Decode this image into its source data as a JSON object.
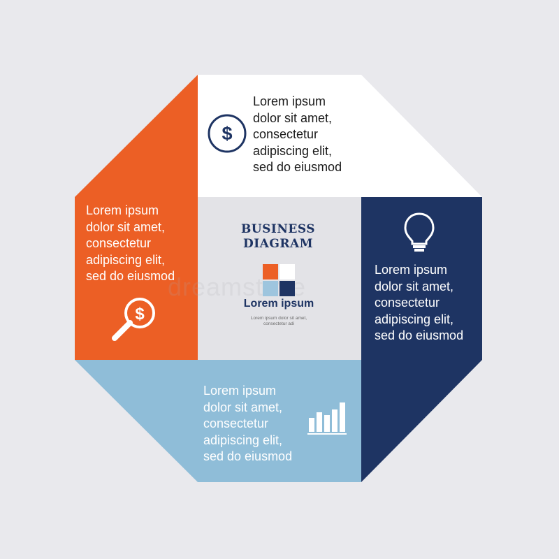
{
  "colors": {
    "background": "#e9e9ed",
    "orange": "#ec5f25",
    "navy": "#1e3463",
    "light_blue": "#8fbdd8",
    "white": "#ffffff",
    "center_gray": "#e3e3e7",
    "grid_light_blue": "#9ec5de",
    "grid_light_gray": "#f2f2f2"
  },
  "segments": {
    "top": {
      "text": "Lorem ipsum\ndolor sit amet,\nconsectetur\nadipiscing elit,\nsed do eiusmod",
      "icon": "dollar-circle-icon"
    },
    "left": {
      "text": "Lorem ipsum\ndolor sit amet,\nconsectetur\nadipiscing elit,\nsed do eiusmod",
      "icon": "magnifier-dollar-icon"
    },
    "right": {
      "text": "Lorem ipsum\ndolor sit amet,\nconsectetur\nadipiscing elit,\nsed do eiusmod",
      "icon": "lightbulb-icon"
    },
    "bottom": {
      "text": "Lorem ipsum\ndolor sit amet,\nconsectetur\nadipiscing elit,\nsed do eiusmod",
      "icon": "bar-chart-icon"
    }
  },
  "center": {
    "title": "BUSINESS\nDIAGRAM",
    "subtitle": "Lorem ipsum",
    "small_text": "Lorem ipsum dolor sit amet,\nconsectetur adi",
    "logo_icon": "four-square-logo-icon"
  }
}
